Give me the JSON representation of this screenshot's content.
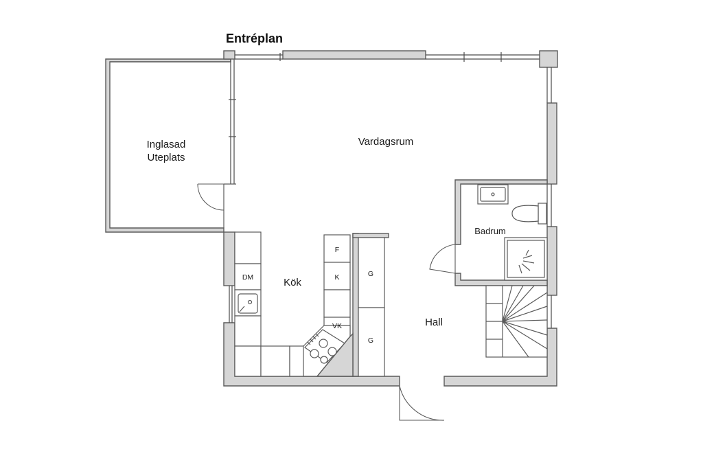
{
  "title": "Entréplan",
  "rooms": {
    "glazed_patio_line1": "Inglasad",
    "glazed_patio_line2": "Uteplats",
    "living_room": "Vardagsrum",
    "bathroom": "Badrum",
    "kitchen": "Kök",
    "hall": "Hall"
  },
  "fixtures": {
    "dishwasher": "DM",
    "freezer": "F",
    "fridge": "K",
    "oven": "VK",
    "wardrobe_upper": "G",
    "wardrobe_lower": "G"
  }
}
